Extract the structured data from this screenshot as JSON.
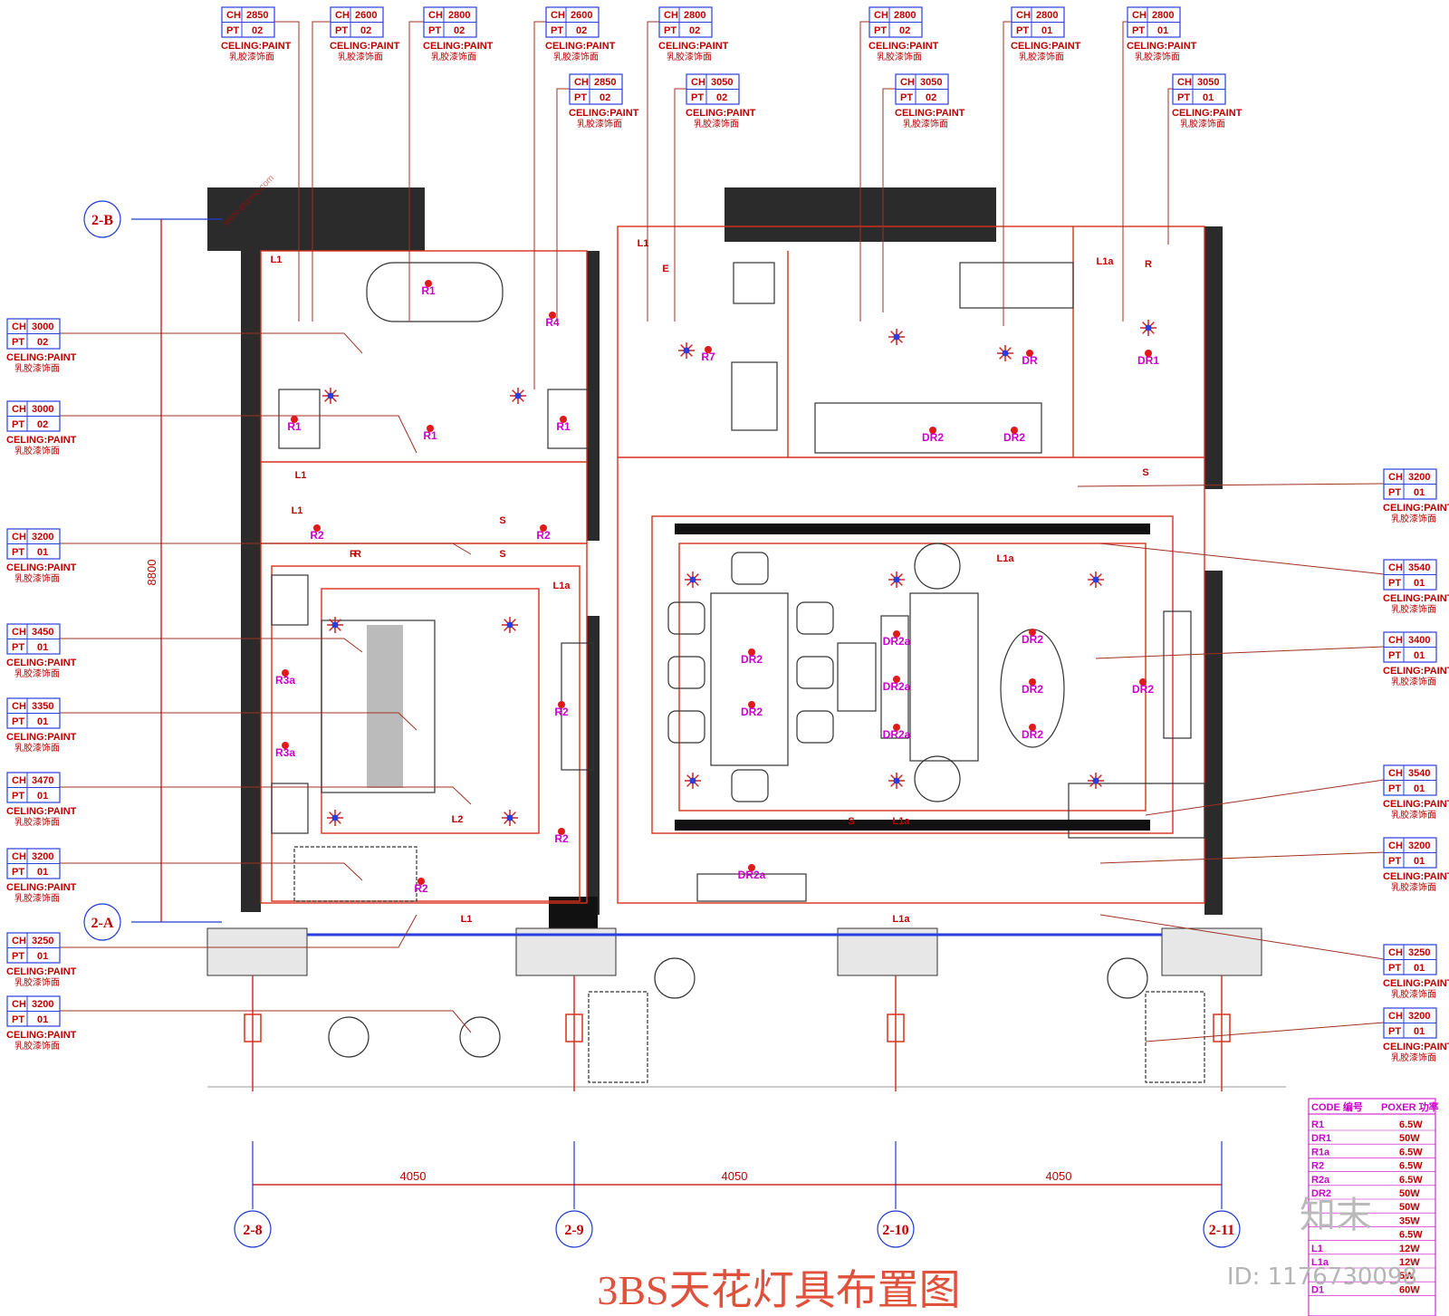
{
  "drawing": {
    "title": "3BS天花灯具布置图",
    "overall_dim": "8800",
    "grid": {
      "rows": [
        "2-B",
        "2-A"
      ],
      "cols": [
        "2-8",
        "2-9",
        "2-10",
        "2-11"
      ],
      "spans": [
        "4050",
        "4050",
        "4050"
      ]
    }
  },
  "ceiling_tags": {
    "top_row": [
      {
        "ch": "2850",
        "pt": "02"
      },
      {
        "ch": "2600",
        "pt": "02"
      },
      {
        "ch": "2800",
        "pt": "02"
      },
      {
        "ch": "2600",
        "pt": "02"
      },
      {
        "ch": "2800",
        "pt": "02"
      },
      {
        "ch": "2800",
        "pt": "02"
      },
      {
        "ch": "2800",
        "pt": "01"
      },
      {
        "ch": "2800",
        "pt": "01"
      }
    ],
    "second_row": [
      {
        "ch": "2850",
        "pt": "02"
      },
      {
        "ch": "3050",
        "pt": "02"
      },
      {
        "ch": "3050",
        "pt": "02"
      },
      {
        "ch": "3050",
        "pt": "01"
      }
    ],
    "left_column": [
      {
        "ch": "3000",
        "pt": "02"
      },
      {
        "ch": "3000",
        "pt": "02"
      },
      {
        "ch": "3200",
        "pt": "01"
      },
      {
        "ch": "3450",
        "pt": "01"
      },
      {
        "ch": "3350",
        "pt": "01"
      },
      {
        "ch": "3470",
        "pt": "01"
      },
      {
        "ch": "3200",
        "pt": "01"
      },
      {
        "ch": "3250",
        "pt": "01"
      },
      {
        "ch": "3200",
        "pt": "01"
      }
    ],
    "right_column": [
      {
        "ch": "3200",
        "pt": "01"
      },
      {
        "ch": "3540",
        "pt": "01"
      },
      {
        "ch": "3400",
        "pt": "01"
      },
      {
        "ch": "3540",
        "pt": "01"
      },
      {
        "ch": "3200",
        "pt": "01"
      },
      {
        "ch": "3250",
        "pt": "01"
      },
      {
        "ch": "3200",
        "pt": "01"
      }
    ],
    "labels": {
      "ch": "CH",
      "pt": "PT",
      "finish": "CELING:PAINT",
      "finish_cn": "乳胶漆饰面"
    }
  },
  "fixture_codes": [
    {
      "code": "R1"
    },
    {
      "code": "R1"
    },
    {
      "code": "R1"
    },
    {
      "code": "R1"
    },
    {
      "code": "R2"
    },
    {
      "code": "R2"
    },
    {
      "code": "R2"
    },
    {
      "code": "R2"
    },
    {
      "code": "R2"
    },
    {
      "code": "R3a"
    },
    {
      "code": "R3a"
    },
    {
      "code": "R4"
    },
    {
      "code": "R7"
    },
    {
      "code": "DR"
    },
    {
      "code": "DR1"
    },
    {
      "code": "DR2"
    },
    {
      "code": "DR2"
    },
    {
      "code": "DR2"
    },
    {
      "code": "DR2"
    },
    {
      "code": "DR2"
    },
    {
      "code": "DR2"
    },
    {
      "code": "DR2"
    },
    {
      "code": "DR2"
    },
    {
      "code": "DR2a"
    },
    {
      "code": "DR2a"
    },
    {
      "code": "DR2a"
    },
    {
      "code": "DR2a"
    },
    {
      "code": "L1"
    },
    {
      "code": "L1"
    },
    {
      "code": "L1"
    },
    {
      "code": "L1"
    },
    {
      "code": "L1"
    },
    {
      "code": "L1a"
    },
    {
      "code": "L1a"
    },
    {
      "code": "L1a"
    },
    {
      "code": "L1a"
    },
    {
      "code": "L1a"
    },
    {
      "code": "L2"
    },
    {
      "code": "S"
    },
    {
      "code": "S"
    },
    {
      "code": "S"
    },
    {
      "code": "S"
    },
    {
      "code": "R"
    },
    {
      "code": "R"
    },
    {
      "code": "R"
    },
    {
      "code": "E"
    }
  ],
  "legend": {
    "header_code": "CODE 编号",
    "header_power": "POXER 功率",
    "rows": [
      {
        "code": "R1",
        "power": "6.5W"
      },
      {
        "code": "DR1",
        "power": "50W"
      },
      {
        "code": "R1a",
        "power": "6.5W"
      },
      {
        "code": "R2",
        "power": "6.5W"
      },
      {
        "code": "R2a",
        "power": "6.5W"
      },
      {
        "code": "DR2",
        "power": "50W"
      },
      {
        "code": "",
        "power": "50W"
      },
      {
        "code": "",
        "power": "35W"
      },
      {
        "code": "",
        "power": "6.5W"
      },
      {
        "code": "L1",
        "power": "12W"
      },
      {
        "code": "L1a",
        "power": "12W"
      },
      {
        "code": "",
        "power": "5W"
      },
      {
        "code": "D1",
        "power": "60W"
      }
    ]
  },
  "watermark": {
    "site": "www.znzmo.com",
    "brand": "知末",
    "id": "ID: 1176730098"
  },
  "colors": {
    "line": "#d8301c",
    "wall": "#2b2b2b",
    "tag": "#c00000",
    "code": "#cc00cc",
    "grid": "#1f3ad8",
    "title": "#e0503a"
  }
}
